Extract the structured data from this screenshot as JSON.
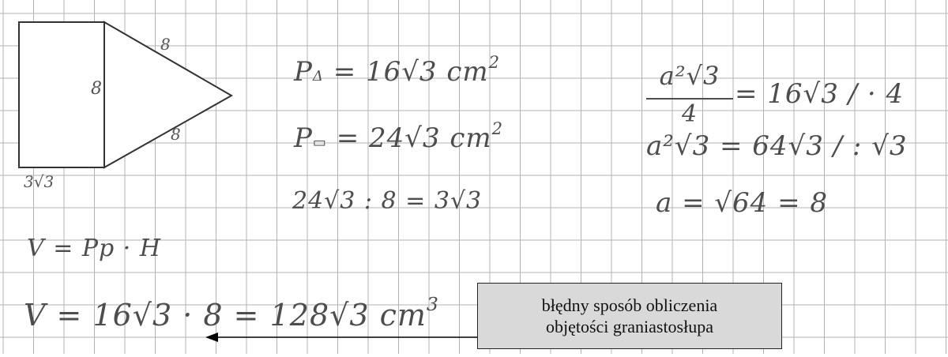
{
  "figure": {
    "side_triangle": "8",
    "side_middle": "8",
    "side_triangle_lower": "8",
    "side_bottom": "3√3"
  },
  "calc": {
    "pa": {
      "lhs": "P",
      "sub": "Δ",
      "rhs": "= 16√3 cm",
      "exp": "2"
    },
    "pr": {
      "lhs": "P",
      "sub": "▭",
      "rhs": "= 24√3 cm",
      "exp": "2"
    },
    "div": "24√3 : 8 = 3√3",
    "eq1_num": "a²√3",
    "eq1_den": "4",
    "eq1_rhs": "= 16√3  / · 4",
    "eq2": "a²√3 = 64√3  / : √3",
    "eq3": "a = √64 = 8",
    "v_formula": "V = Pp · H",
    "v_calc": "V = 16√3 · 8 = 128√3 cm",
    "v_exp": "3"
  },
  "callout": {
    "line1": "błędny sposób obliczenia",
    "line2": "objętości graniastosłupa"
  }
}
